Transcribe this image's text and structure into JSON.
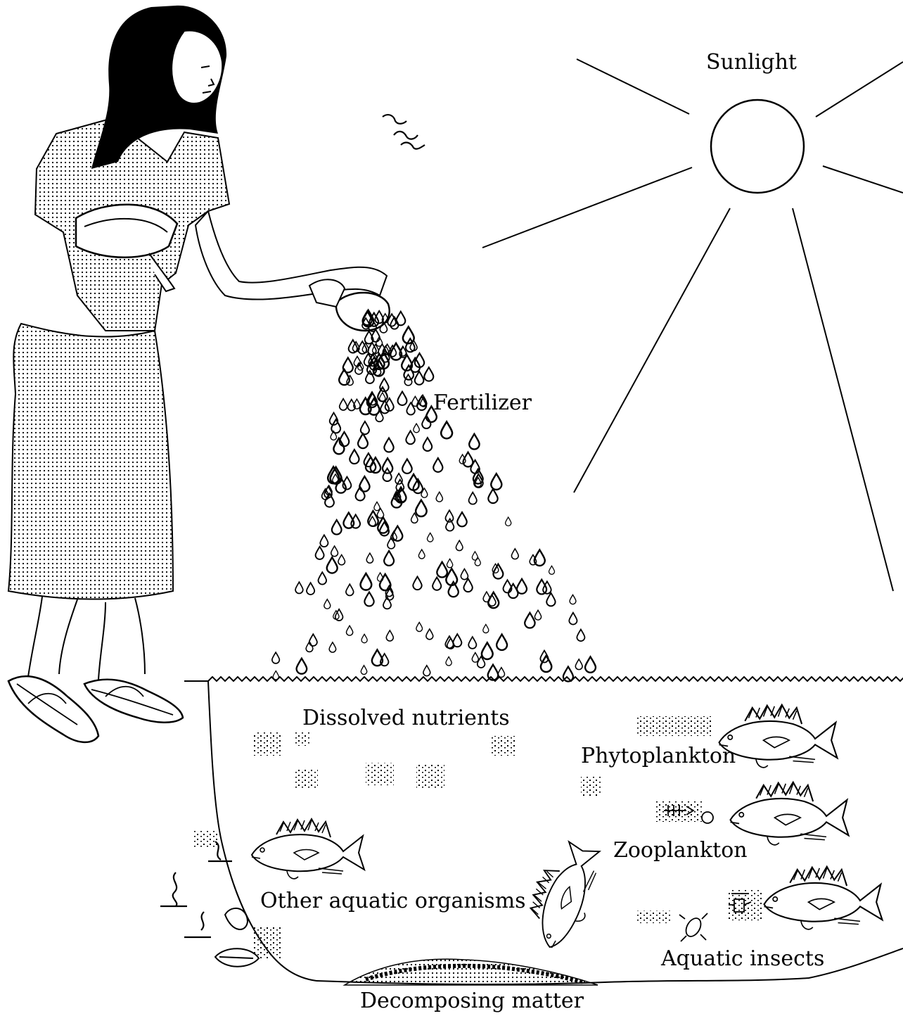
{
  "labels": {
    "sunlight": "Sunlight",
    "fertilizer": "Fertilizer",
    "dissolved_nutrients": "Dissolved nutrients",
    "phytoplankton": "Phytoplankton",
    "zooplankton": "Zooplankton",
    "other_aquatic_organisms": "Other aquatic organisms",
    "aquatic_insects": "Aquatic insects",
    "decomposing_matter": "Decomposing matter"
  },
  "colors": {
    "ink": "#000000",
    "background": "#ffffff"
  }
}
